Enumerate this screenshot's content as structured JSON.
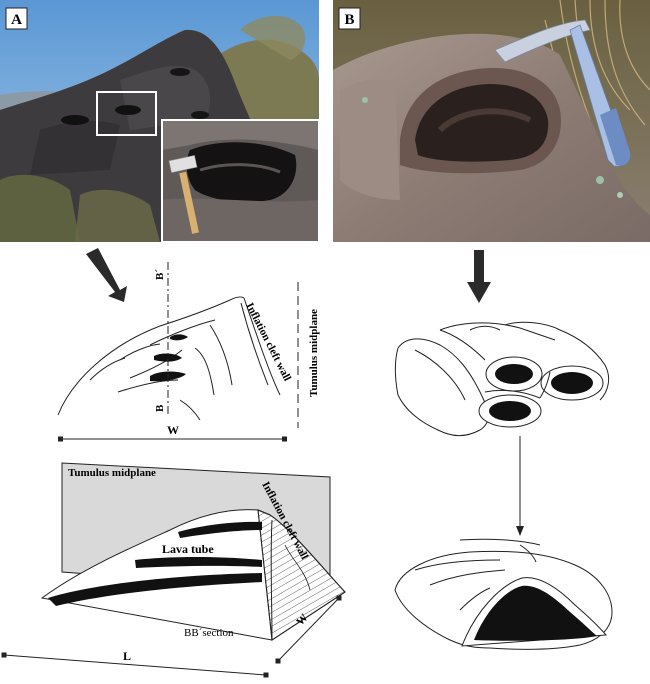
{
  "panels": {
    "a_label": "A",
    "b_label": "B"
  },
  "sketch_a": {
    "b_prime_label": "B´",
    "b_label": "B",
    "cleft_label": "Inflation cleft wall",
    "midplane_label": "Tumulus midplane",
    "w_label": "W"
  },
  "block": {
    "midplane_label": "Tumulus midplane",
    "cleft_label": "Inflation cleft wall",
    "tube_label": "Lava tube",
    "section_label": "BB´section",
    "l_label": "L",
    "w_label": "W"
  },
  "colors": {
    "sky": "#6fa6d6",
    "rock_dark": "#3c3a3c",
    "rock_b": "#8f7f7c",
    "plane_gray": "#d9d9d9",
    "tube_fill": "#111111"
  }
}
